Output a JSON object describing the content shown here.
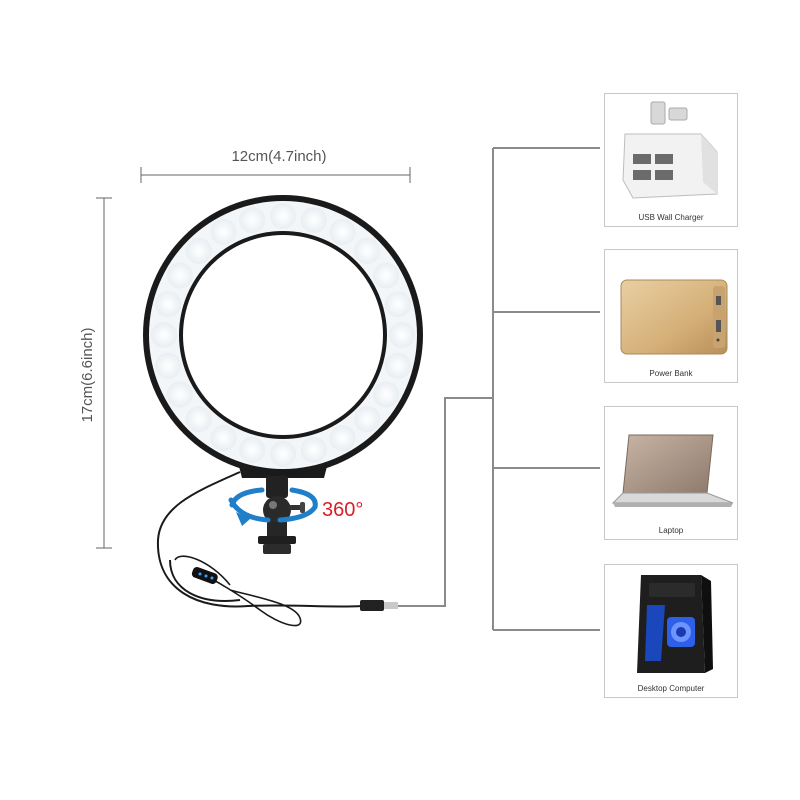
{
  "dimensions": {
    "width": "12cm(4.7inch)",
    "height": "17cm(6.6inch)"
  },
  "rotation_label": "360°",
  "devices": [
    {
      "label": "USB Wall Charger",
      "icon": "usb-wall-charger-icon"
    },
    {
      "label": "Power Bank",
      "icon": "power-bank-icon"
    },
    {
      "label": "Laptop",
      "icon": "laptop-icon"
    },
    {
      "label": "Desktop Computer",
      "icon": "desktop-computer-icon"
    }
  ],
  "colors": {
    "accent_red": "#d8202a",
    "rotation_arrow_blue": "#1f7fc8",
    "connector_gray": "#8a8a8a"
  }
}
